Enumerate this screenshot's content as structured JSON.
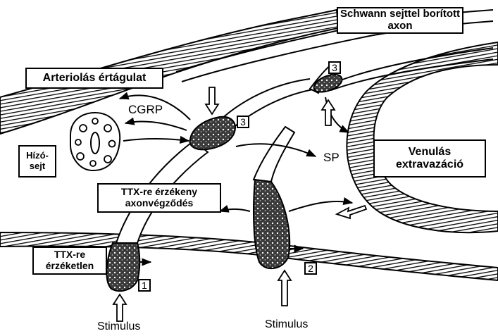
{
  "labels": {
    "schwann_axon": "Schwann sejttel borított axon",
    "arteriolar_dilation": "Arteriolás értágulat",
    "cgrp": "CGRP",
    "mast_cell": "Hízó- sejt",
    "venular_extravasation": "Venulás extravazáció",
    "sp": "SP",
    "ttx_sensitive_terminal": "TTX-re érzékeny axonvégződés",
    "ttx_insensitive": "TTX-re érzéketlen",
    "stimulus_left": "Stimulus",
    "stimulus_right": "Stimulus"
  },
  "markers": {
    "one": "1",
    "two": "2",
    "three_left": "3",
    "three_top": "3"
  }
}
